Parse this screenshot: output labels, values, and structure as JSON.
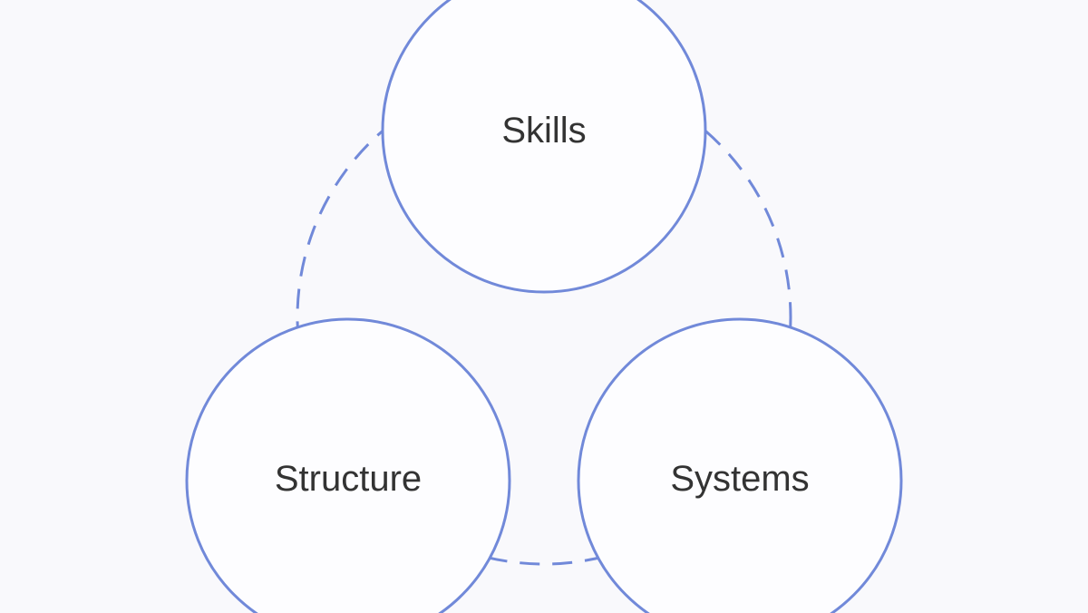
{
  "colors": {
    "background": "#f9f9fc",
    "circle_stroke": "#7189d9",
    "circle_fill": "#fdfdff",
    "label_text": "#333333"
  },
  "nodes": [
    {
      "id": "skills",
      "label": "Skills"
    },
    {
      "id": "structure",
      "label": "Structure"
    },
    {
      "id": "systems",
      "label": "Systems"
    }
  ],
  "connector_style": "dashed"
}
